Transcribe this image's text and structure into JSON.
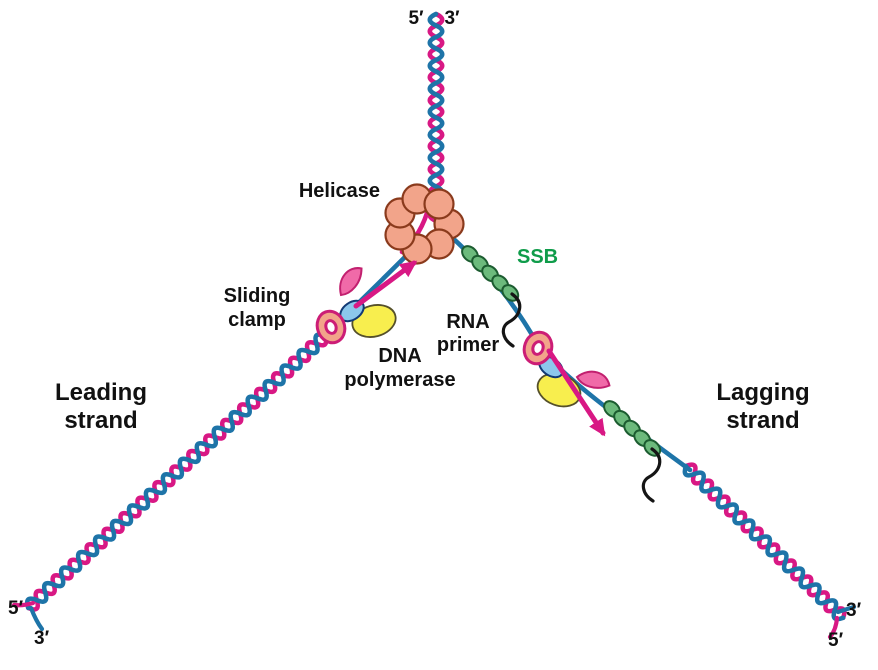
{
  "diagram": {
    "labels": {
      "top_left_end": "5′",
      "top_right_end": "3′",
      "helicase": "Helicase",
      "ssb": "SSB",
      "sliding_clamp": [
        "Sliding",
        "clamp"
      ],
      "dna_polymerase": [
        "DNA",
        "polymerase"
      ],
      "rna_primer": [
        "RNA",
        "primer"
      ],
      "leading_strand": [
        "Leading",
        "strand"
      ],
      "lagging_strand": [
        "Lagging",
        "strand"
      ],
      "bottom_left_top_end": "5′",
      "bottom_left_bottom_end": "3′",
      "bottom_right_top_end": "3′",
      "bottom_right_bottom_end": "5′"
    },
    "colors": {
      "strand_pink": "#d81884",
      "strand_blue": "#1e74a8",
      "helicase_fill": "#f2a48a",
      "helicase_outline": "#8a3a1c",
      "ssb_fill": "#6cba7c",
      "ssb_outline": "#1c5c30",
      "ssb_label_green": "#0f9c4a",
      "clamp_fill": "#f2a48a",
      "clamp_outline": "#cc1d76",
      "polymerase_yellow": "#f8ee4e",
      "polymerase_yellow_outline": "#55502a",
      "polymerase_blue": "#8cc7ec",
      "polymerase_blue_outline": "#123a75",
      "fin_pink": "#f06aa8",
      "fin_outline": "#c2206f",
      "arrow_pink": "#d81884",
      "primer_black": "#151515",
      "label_black": "#111111",
      "background": "#ffffff"
    }
  }
}
